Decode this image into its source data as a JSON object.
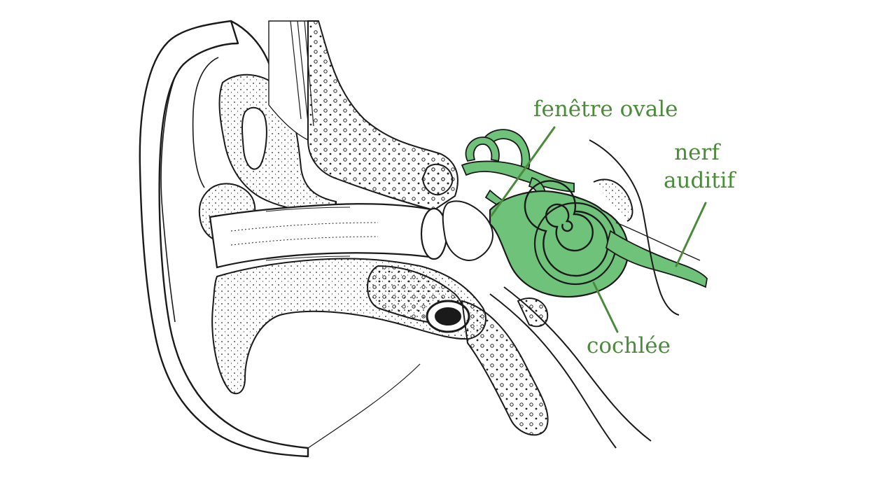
{
  "diagram": {
    "labels": {
      "oval_window": "fenêtre ovale",
      "auditory_nerve_line1": "nerf",
      "auditory_nerve_line2": "auditif",
      "cochlea": "cochlée"
    },
    "colors": {
      "label": "#4a8a3a",
      "inner_ear_fill": "#6fc27a",
      "outline": "#1a1a1a",
      "tissue": "#ffffff"
    }
  }
}
